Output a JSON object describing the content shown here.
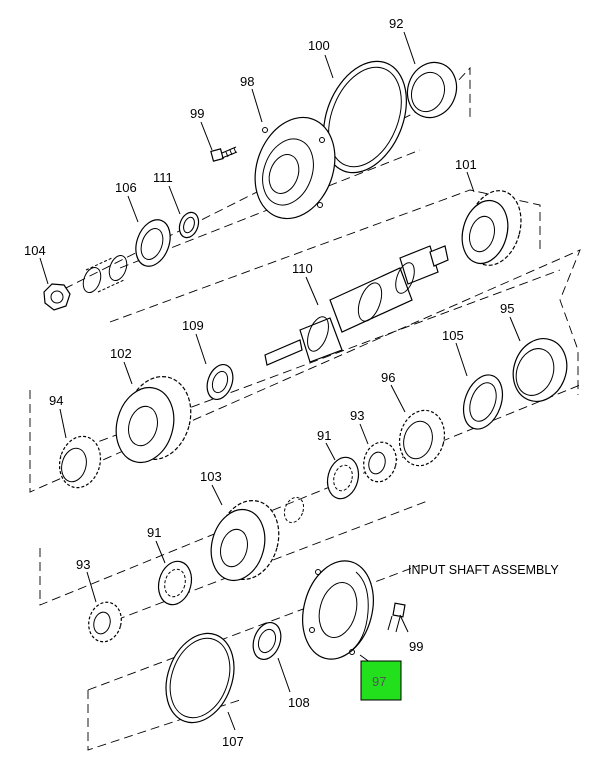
{
  "title": "INPUT SHAFT ASSEMBLY",
  "highlight_color": "#22e01c",
  "labels": {
    "p92": "92",
    "p100": "100",
    "p98": "98",
    "p99a": "99",
    "p101": "101",
    "p111": "111",
    "p106": "106",
    "p104": "104",
    "p110": "110",
    "p109": "109",
    "p102": "102",
    "p95": "95",
    "p105": "105",
    "p96": "96",
    "p94": "94",
    "p93a": "93",
    "p91a": "91",
    "p103": "103",
    "p91b": "91",
    "p93b": "93",
    "p99b": "99",
    "p97": "97",
    "p108": "108",
    "p107": "107"
  }
}
